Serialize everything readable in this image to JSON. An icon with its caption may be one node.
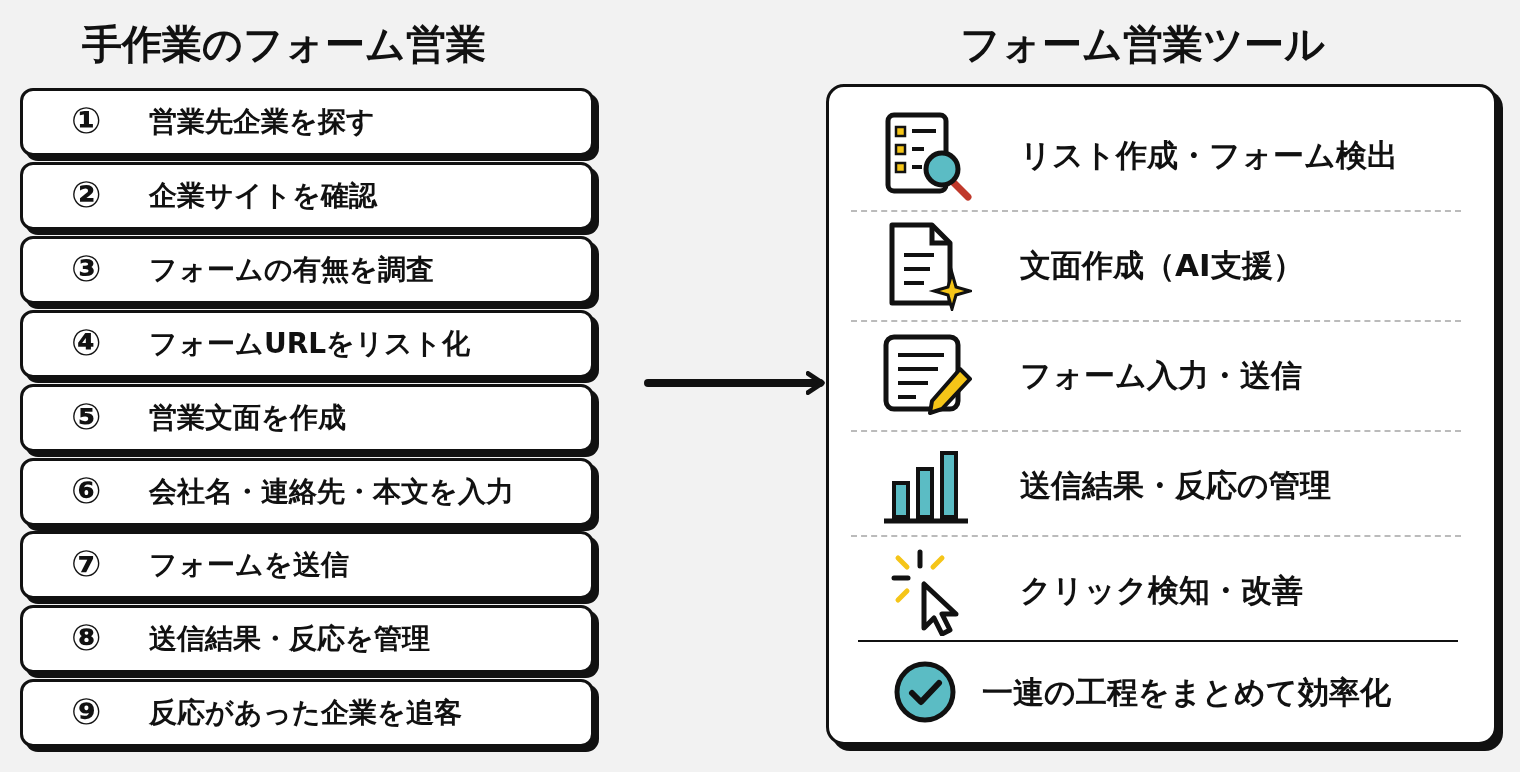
{
  "diagram": {
    "nodes": [
      {
        "text": [
          "①",
          "営業先企業を探す"
        ]
      },
      {
        "text": [
          "②",
          "企業サイトを確認"
        ]
      },
      {
        "text": [
          "③",
          "フォームの有無を調査"
        ]
      },
      {
        "text": [
          "④",
          "フォームURLをリスト化"
        ]
      },
      {
        "text": [
          "⑤",
          "営業文面を作成"
        ]
      },
      {
        "text": [
          "⑥",
          "会社名・連絡先・本文を入力"
        ]
      },
      {
        "text": [
          "⑦",
          "フォームを送信"
        ]
      },
      {
        "text": [
          "⑧",
          "送信結果・反応を管理"
        ]
      },
      {
        "text": [
          "⑨",
          "反応があった企業を追客"
        ]
      },
      {
        "text": [
          "フォーム営業ツール"
        ]
      },
      {
        "text": [
          "リスト作成・フォーム検出"
        ],
        "in": 9
      },
      {
        "text": [
          "文面作成（AI支援）"
        ],
        "in": 9
      },
      {
        "text": [
          "フォーム入力・送信"
        ],
        "in": 9
      },
      {
        "text": [
          "送信結果・反応の管理"
        ],
        "in": 9
      },
      {
        "text": [
          "クリック検知・改善"
        ],
        "in": 9
      },
      {
        "text": [
          "一連の工程をまとめて効率化"
        ],
        "in": 9
      }
    ],
    "edges": [
      {
        "from": null,
        "to": 9,
        "arrow": "to"
      }
    ],
    "labels": [
      "手作業のフォーム営業"
    ]
  }
}
